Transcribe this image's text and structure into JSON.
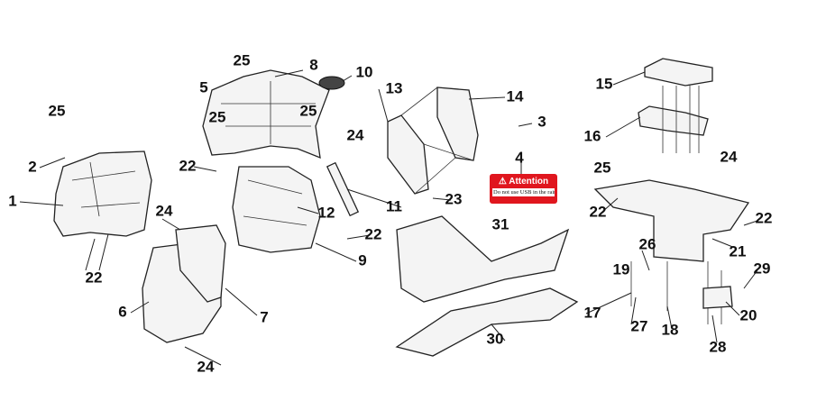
{
  "diagram": {
    "labels": [
      "25",
      "8",
      "10",
      "5",
      "13",
      "14",
      "15",
      "25",
      "25",
      "25",
      "3",
      "16",
      "24",
      "2",
      "4",
      "24",
      "22",
      "25",
      "1",
      "12",
      "24",
      "22",
      "22",
      "23",
      "11",
      "22",
      "31",
      "21",
      "9",
      "26",
      "22",
      "19",
      "29",
      "6",
      "7",
      "17",
      "20",
      "27",
      "18",
      "30",
      "28",
      "24"
    ],
    "warning_sticker": {
      "title": "Attention",
      "text": "Do not use USB in the rain",
      "color": "#e0161e"
    }
  }
}
